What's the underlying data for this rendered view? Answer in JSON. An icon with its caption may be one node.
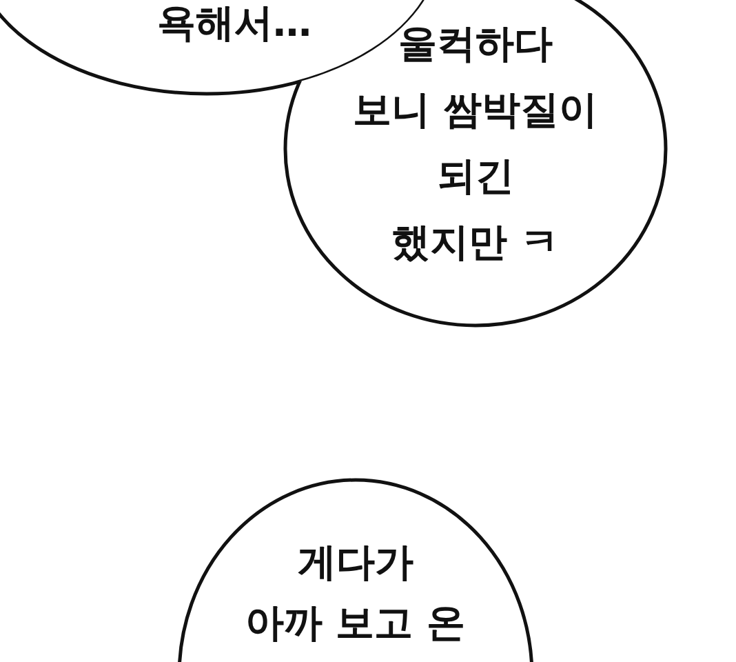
{
  "diagram": {
    "nodes": [
      {
        "text": [
          "욕해서…"
        ]
      },
      {
        "text": [
          "울컥하다 보니 쌈박질이 되긴 했지만 ㅋ"
        ]
      },
      {
        "text": [
          "게다가 아까 보고 온"
        ]
      }
    ]
  }
}
